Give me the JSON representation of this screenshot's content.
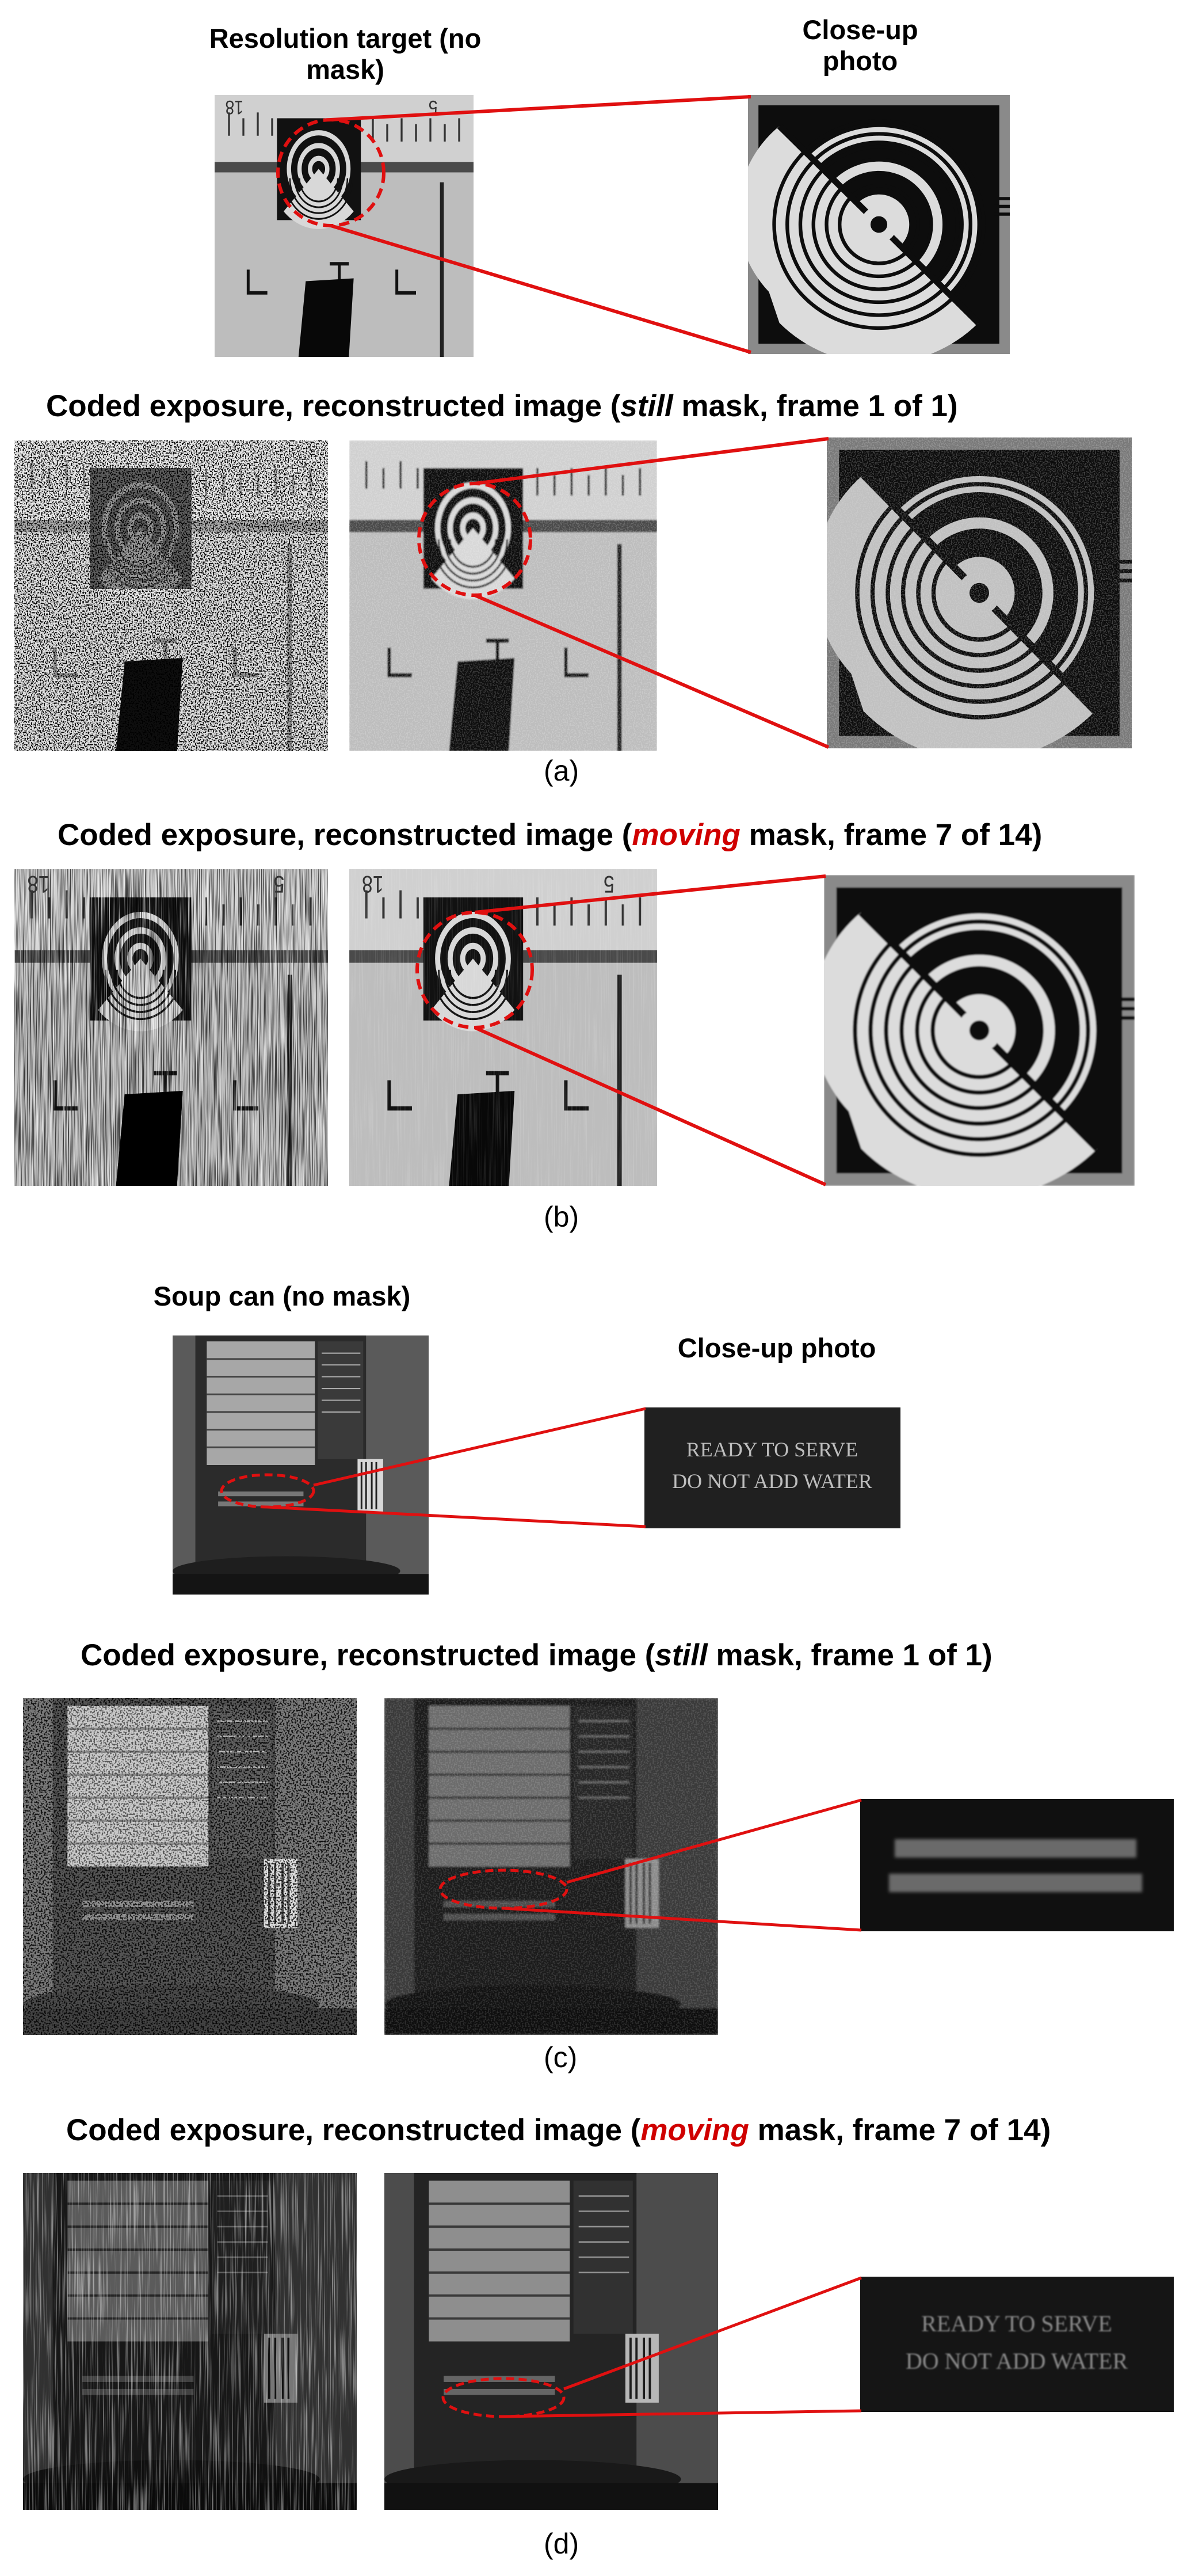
{
  "panel_a": {
    "label_left": "Resolution target (no mask)",
    "label_right": "Close-up photo",
    "heading_prefix": "Coded exposure, reconstructed image (",
    "heading_mode": "still",
    "heading_suffix": " mask, frame 1 of 1)",
    "caption": "(a)",
    "ruler_marks": [
      "18",
      "5"
    ]
  },
  "panel_b": {
    "heading_prefix": "Coded exposure, reconstructed image (",
    "heading_mode": "moving",
    "heading_suffix": " mask, frame 7 of 14)",
    "caption": "(b)",
    "ruler_marks": [
      "18",
      "5"
    ]
  },
  "panel_c": {
    "label_left": "Soup can (no mask)",
    "label_right": "Close-up photo",
    "closeup_line1": "READY TO SERVE",
    "closeup_line2": "DO NOT ADD WATER",
    "heading_prefix": "Coded exposure, reconstructed image (",
    "heading_mode": "still",
    "heading_suffix": " mask, frame 1 of 1)",
    "caption": "(c)"
  },
  "panel_d": {
    "heading_prefix": "Coded exposure, reconstructed image (",
    "heading_mode": "moving",
    "heading_suffix": " mask, frame 7 of 14)",
    "caption": "(d)",
    "closeup_line1": "READY TO SERVE",
    "closeup_line2": "DO NOT ADD WATER"
  },
  "colors": {
    "accent_red": "#d00000",
    "callout_red": "#e01010"
  }
}
